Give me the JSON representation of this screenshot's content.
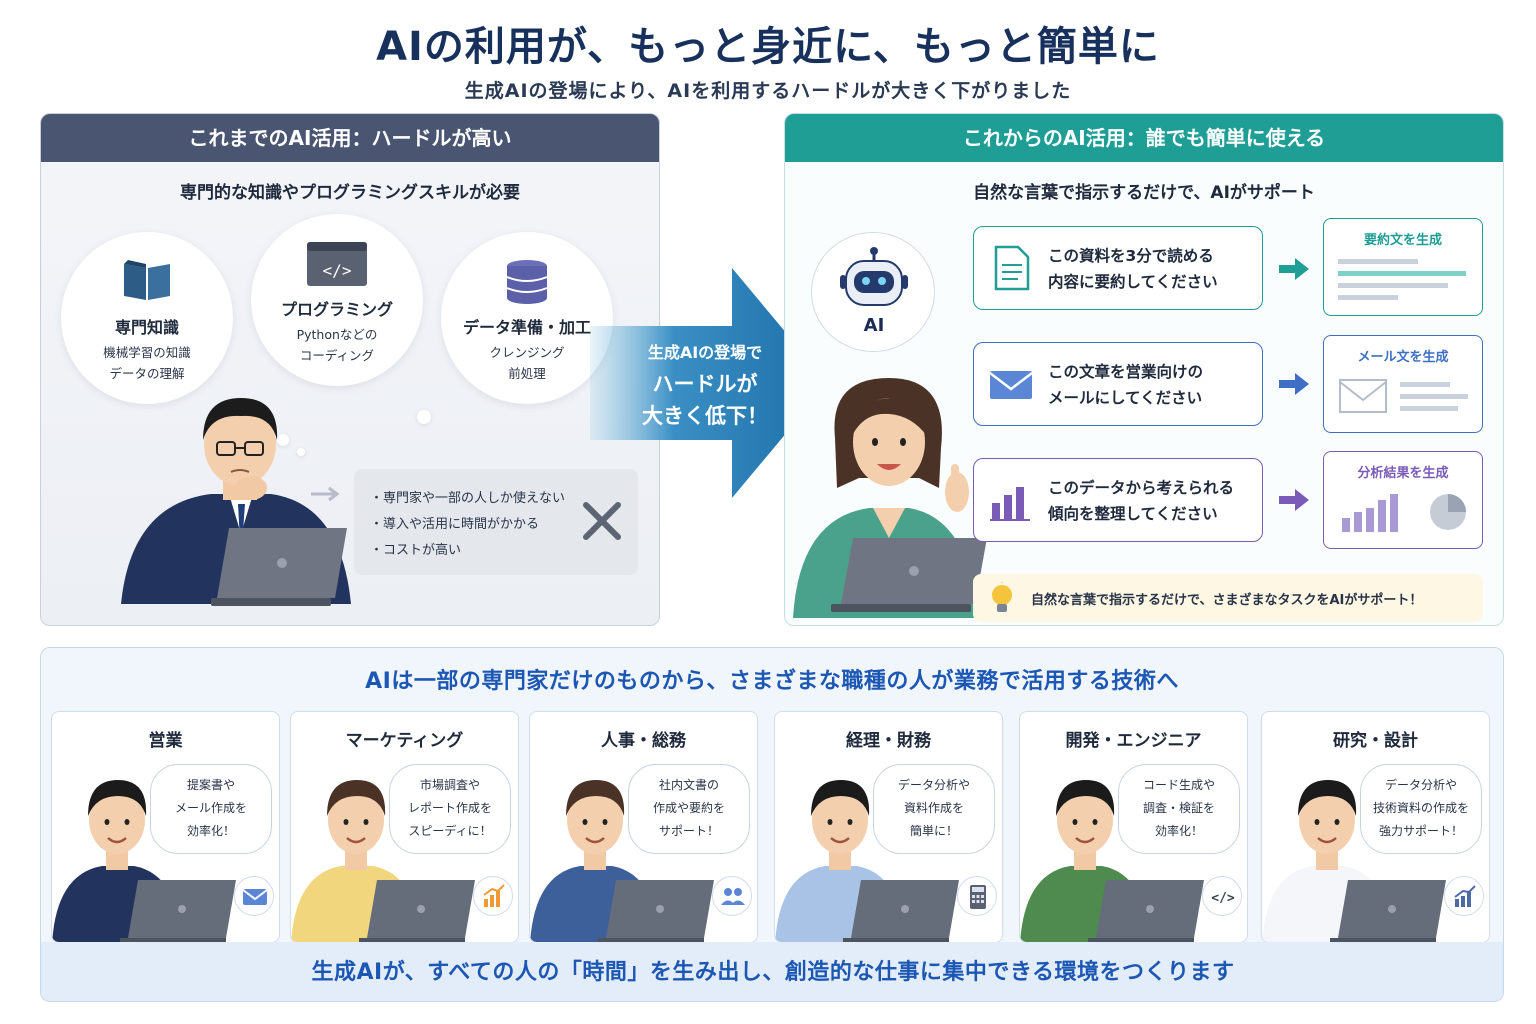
{
  "header": {
    "title": "AIの利用が、もっと身近に、もっと簡単に",
    "subtitle": "生成AIの登場により、AIを利用するハードルが大きく下がりました"
  },
  "left_panel": {
    "title": "これまでのAI活用：ハードルが高い",
    "lead": "専門的な知識やプログラミングスキルが必要",
    "bubbles": [
      {
        "icon": "book-icon",
        "title": "専門知識",
        "line1": "機械学習の知識",
        "line2": "データの理解"
      },
      {
        "icon": "code-window-icon",
        "title": "プログラミング",
        "line1": "Pythonなどの",
        "line2": "コーディング"
      },
      {
        "icon": "database-icon",
        "title": "データ準備・加工",
        "line1": "クレンジング",
        "line2": "前処理"
      }
    ],
    "issues": [
      "専門家や一部の人しか使えない",
      "導入や活用に時間がかかる",
      "コストが高い"
    ]
  },
  "arrow": {
    "line1": "生成AIの登場で",
    "line2": "ハードルが",
    "line3": "大きく低下！"
  },
  "right_panel": {
    "title": "これからのAI活用：誰でも簡単に使える",
    "lead": "自然な言葉で指示するだけで、AIがサポート",
    "ai_label": "AI",
    "requests": [
      {
        "icon": "document-icon",
        "line1": "この資料を3分で読める",
        "line2": "内容に要約してください",
        "result": "要約文を生成",
        "color": "#1e9e95"
      },
      {
        "icon": "mail-icon",
        "line1": "この文章を営業向けの",
        "line2": "メールにしてください",
        "result": "メール文を生成",
        "color": "#3f6fc4"
      },
      {
        "icon": "bar-chart-icon",
        "line1": "このデータから考えられる",
        "line2": "傾向を整理してください",
        "result": "分析結果を生成",
        "color": "#7a5bb8"
      }
    ],
    "tip": "自然な言葉で指示するだけで、さまざまなタスクをAIがサポート！"
  },
  "bottom": {
    "title": "AIは一部の専門家だけのものから、さまざまな職種の人が業務で活用する技術へ",
    "roles": [
      {
        "title": "営業",
        "line1": "提案書や",
        "line2": "メール作成を",
        "line3": "効率化！",
        "icon": "mail-icon",
        "shirt": "#22345e",
        "hair": "#1b1b1b"
      },
      {
        "title": "マーケティング",
        "line1": "市場調査や",
        "line2": "レポート作成を",
        "line3": "スピーディに！",
        "icon": "chart-growth-icon",
        "shirt": "#f2d67e",
        "hair": "#4a3326"
      },
      {
        "title": "人事・総務",
        "line1": "社内文書の",
        "line2": "作成や要約を",
        "line3": "サポート！",
        "icon": "people-icon",
        "shirt": "#3d5f9a",
        "hair": "#4a3326"
      },
      {
        "title": "経理・財務",
        "line1": "データ分析や",
        "line2": "資料作成を",
        "line3": "簡単に！",
        "icon": "calculator-icon",
        "shirt": "#a9c3e6",
        "hair": "#1b1b1b"
      },
      {
        "title": "開発・エンジニア",
        "line1": "コード生成や",
        "line2": "調査・検証を",
        "line3": "効率化！",
        "icon": "code-icon",
        "shirt": "#4f8a4f",
        "hair": "#1b1b1b"
      },
      {
        "title": "研究・設計",
        "line1": "データ分析や",
        "line2": "技術資料の作成を",
        "line3": "強力サポート！",
        "icon": "analytics-icon",
        "shirt": "#f4f6f9",
        "hair": "#1b1b1b"
      }
    ],
    "footer": "生成AIが、すべての人の「時間」を生み出し、創造的な仕事に集中できる環境をつくります"
  }
}
